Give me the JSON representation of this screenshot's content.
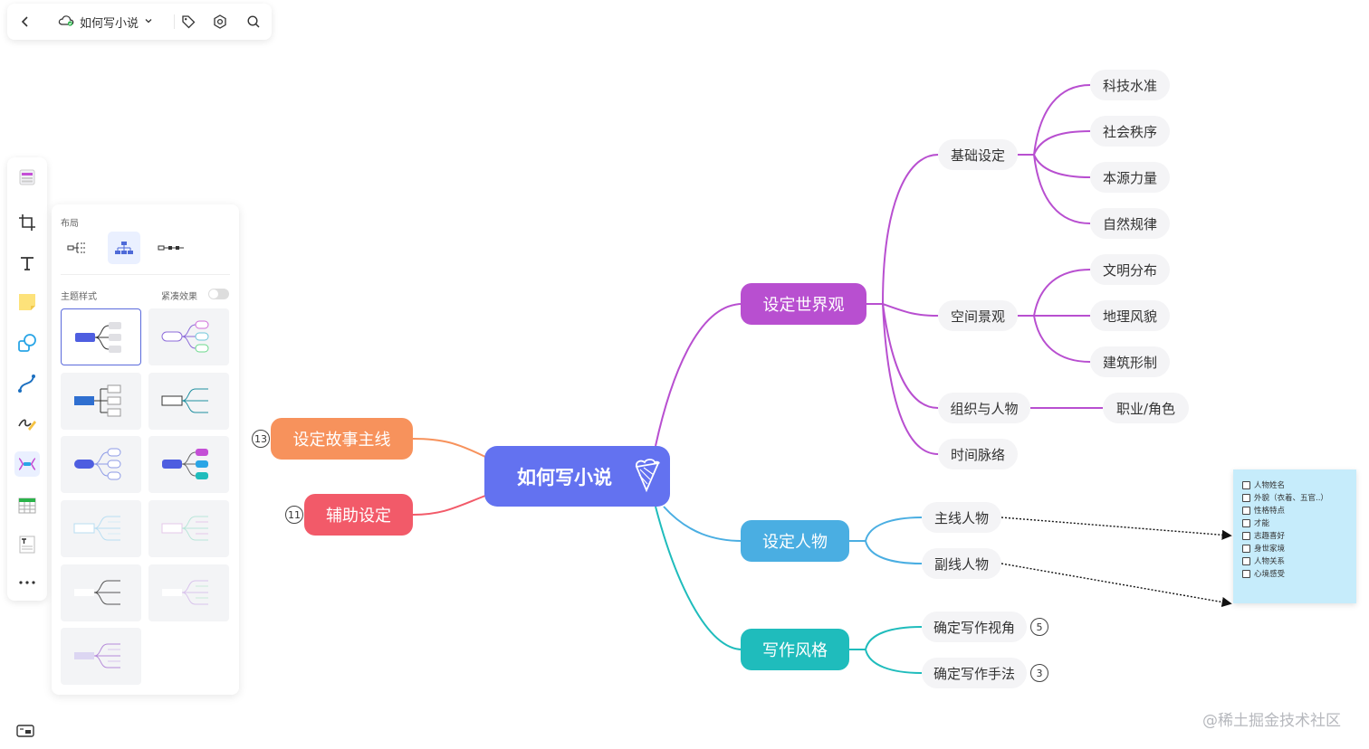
{
  "toolbar": {
    "doc_title": "如何写小说",
    "icons": [
      "back-icon",
      "cloud-sync-icon",
      "chevron-down-icon",
      "tag-icon",
      "settings-icon",
      "search-icon"
    ]
  },
  "left_rail": {
    "tools": [
      "frame-template-icon",
      "crop-frame-icon",
      "text-tool-icon",
      "sticky-note-icon",
      "shape-tool-icon",
      "connector-icon",
      "pen-tool-icon",
      "mindmap-tool-icon",
      "table-tool-icon",
      "text-block-icon",
      "more-icon"
    ],
    "active_tool": "mindmap-tool-icon"
  },
  "layout_panel": {
    "layout_title": "布局",
    "theme_title": "主题样式",
    "compact_label": "紧凑效果",
    "compact_enabled": false,
    "layouts": [
      "left-tree-layout-icon",
      "org-chart-layout-icon",
      "timeline-layout-icon"
    ],
    "active_layout": "org-chart-layout-icon"
  },
  "mindmap": {
    "root": "如何写小说",
    "topics": {
      "world": "设定世界观",
      "story": "设定故事主线",
      "aux": "辅助设定",
      "chars": "设定人物",
      "style": "写作风格"
    },
    "colors": {
      "root": "#6372f0",
      "world": "#b84fd0",
      "story": "#f7925c",
      "aux": "#f25a69",
      "chars": "#4aaee2",
      "style": "#1fbcbc"
    },
    "collapsed_counts": {
      "story": "13",
      "aux": "11",
      "pov": "5",
      "technique": "3"
    },
    "world_subtopics": {
      "basic": "基础设定",
      "space": "空间景观",
      "org": "组织与人物",
      "timeline": "时间脉络"
    },
    "basic_children": [
      "科技水准",
      "社会秩序",
      "本源力量",
      "自然规律"
    ],
    "space_children": [
      "文明分布",
      "地理风貌",
      "建筑形制"
    ],
    "org_children": [
      "职业/角色"
    ],
    "char_subtopics": {
      "main": "主线人物",
      "side": "副线人物"
    },
    "style_subtopics": {
      "pov": "确定写作视角",
      "technique": "确定写作手法"
    }
  },
  "sticky_note": {
    "items": [
      "人物姓名",
      "外貌（衣着、五官..）",
      "性格特点",
      "才能",
      "志趣喜好",
      "身世家境",
      "人物关系",
      "心境感受"
    ]
  },
  "watermark": "@稀土掘金技术社区"
}
